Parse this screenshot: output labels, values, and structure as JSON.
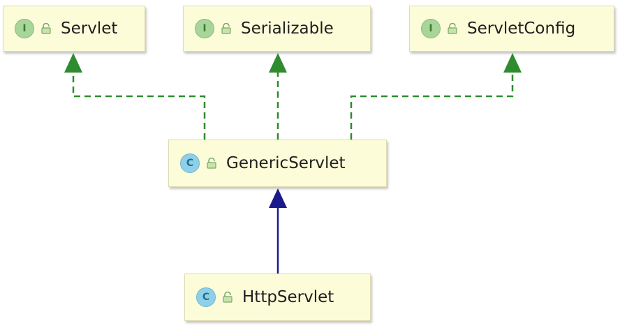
{
  "nodes": {
    "servlet": {
      "label": "Servlet",
      "kind": "interface",
      "kind_letter": "I"
    },
    "serializable": {
      "label": "Serializable",
      "kind": "interface",
      "kind_letter": "I"
    },
    "servletconfig": {
      "label": "ServletConfig",
      "kind": "interface",
      "kind_letter": "I"
    },
    "genericservlet": {
      "label": "GenericServlet",
      "kind": "class",
      "kind_letter": "C"
    },
    "httpservlet": {
      "label": "HttpServlet",
      "kind": "class",
      "kind_letter": "C"
    }
  },
  "edges": [
    {
      "from": "genericservlet",
      "to": "servlet",
      "type": "implements",
      "style": "dashed",
      "color": "#2e8b2e"
    },
    {
      "from": "genericservlet",
      "to": "serializable",
      "type": "implements",
      "style": "dashed",
      "color": "#2e8b2e"
    },
    {
      "from": "genericservlet",
      "to": "servletconfig",
      "type": "implements",
      "style": "dashed",
      "color": "#2e8b2e"
    },
    {
      "from": "httpservlet",
      "to": "genericservlet",
      "type": "extends",
      "style": "solid",
      "color": "#1a1a8c"
    }
  ],
  "colors": {
    "node_fill": "#fcfcd9",
    "interface_badge": "#a7d59a",
    "class_badge": "#8fd0e8",
    "implements_arrow": "#2e8b2e",
    "extends_arrow": "#1a1a8c"
  },
  "icons": {
    "interface_badge": "interface-badge-icon",
    "class_badge": "class-badge-icon",
    "visibility": "lock-icon"
  }
}
